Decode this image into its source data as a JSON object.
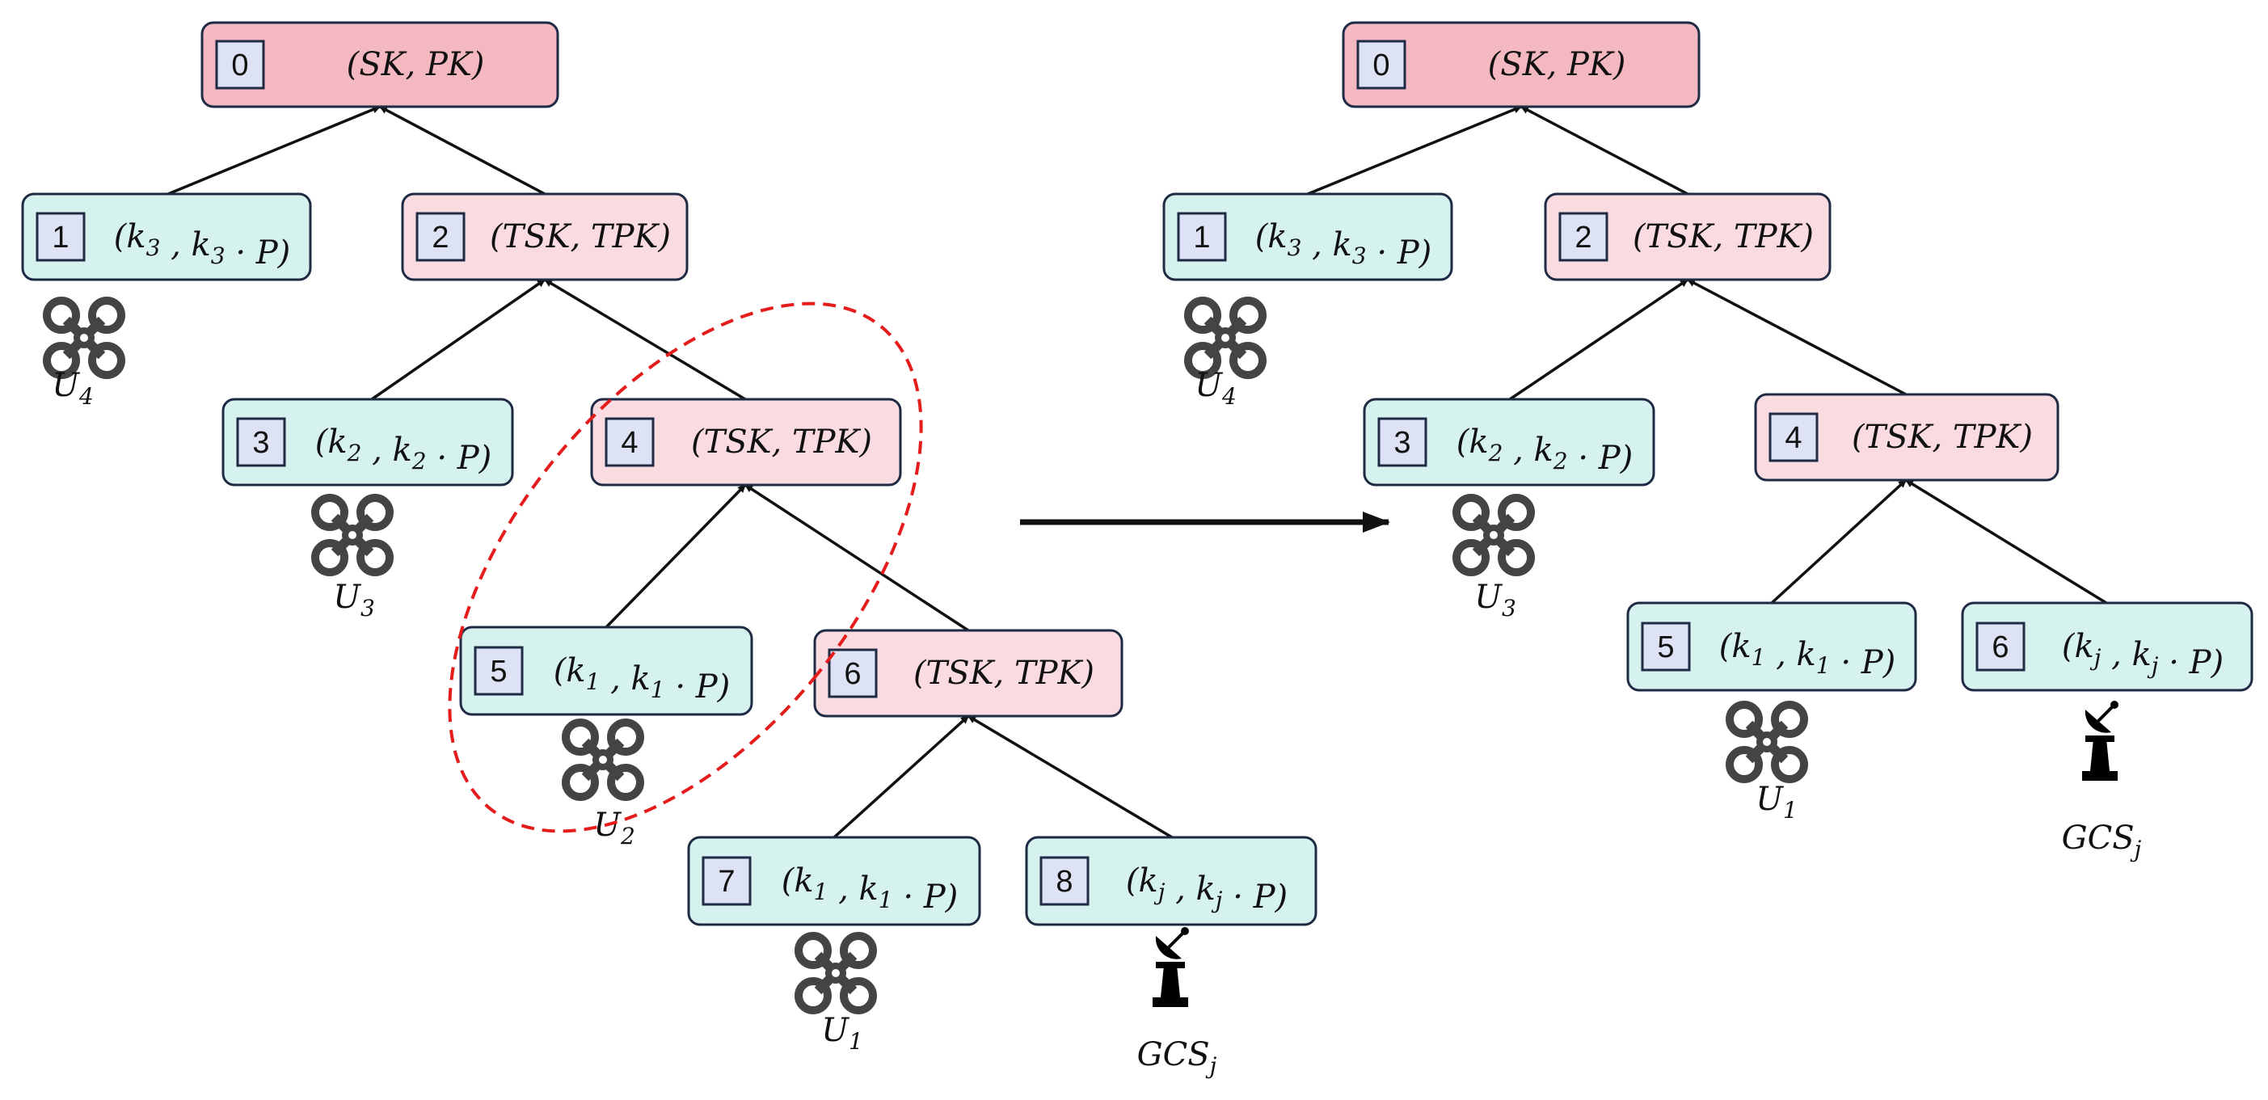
{
  "left_tree": {
    "nodes": [
      {
        "id": "0",
        "label": "(SK, PK)",
        "kind": "root"
      },
      {
        "id": "1",
        "label": "(k3 , k3 · P)",
        "kind": "user"
      },
      {
        "id": "2",
        "label": "(TSK, TPK)",
        "kind": "internal"
      },
      {
        "id": "3",
        "label": "(k2 , k2 · P)",
        "kind": "user"
      },
      {
        "id": "4",
        "label": "(TSK, TPK)",
        "kind": "internal"
      },
      {
        "id": "5",
        "label": "(k1 , k1 · P)",
        "kind": "user"
      },
      {
        "id": "6",
        "label": "(TSK, TPK)",
        "kind": "internal"
      },
      {
        "id": "7",
        "label": "(k1 , k1 · P)",
        "kind": "user"
      },
      {
        "id": "8",
        "label": "(kj , kj · P)",
        "kind": "user"
      }
    ],
    "devices": [
      {
        "type": "drone",
        "name": "U",
        "sub": "4"
      },
      {
        "type": "drone",
        "name": "U",
        "sub": "3"
      },
      {
        "type": "drone",
        "name": "U",
        "sub": "2"
      },
      {
        "type": "drone",
        "name": "U",
        "sub": "1"
      },
      {
        "type": "gcs",
        "name": "GCS",
        "sub": "j"
      }
    ]
  },
  "right_tree": {
    "nodes": [
      {
        "id": "0",
        "label": "(SK, PK)",
        "kind": "root"
      },
      {
        "id": "1",
        "label": "(k3 , k3 · P)",
        "kind": "user"
      },
      {
        "id": "2",
        "label": "(TSK, TPK)",
        "kind": "internal"
      },
      {
        "id": "3",
        "label": "(k2 , k2 · P)",
        "kind": "user"
      },
      {
        "id": "4",
        "label": "(TSK, TPK)",
        "kind": "internal"
      },
      {
        "id": "5",
        "label": "(k1 , k1 · P)",
        "kind": "user"
      },
      {
        "id": "6",
        "label": "(kj , kj · P)",
        "kind": "user"
      }
    ],
    "devices": [
      {
        "type": "drone",
        "name": "U",
        "sub": "4"
      },
      {
        "type": "drone",
        "name": "U",
        "sub": "3"
      },
      {
        "type": "drone",
        "name": "U",
        "sub": "1"
      },
      {
        "type": "gcs",
        "name": "GCS",
        "sub": "j"
      }
    ]
  },
  "colors": {
    "root_fill": "#f4b8c1",
    "internal_fill": "#f9dbe1",
    "user_fill": "#d5f2ee",
    "index_fill": "#dde3f5",
    "highlight": "#e41c1c"
  }
}
